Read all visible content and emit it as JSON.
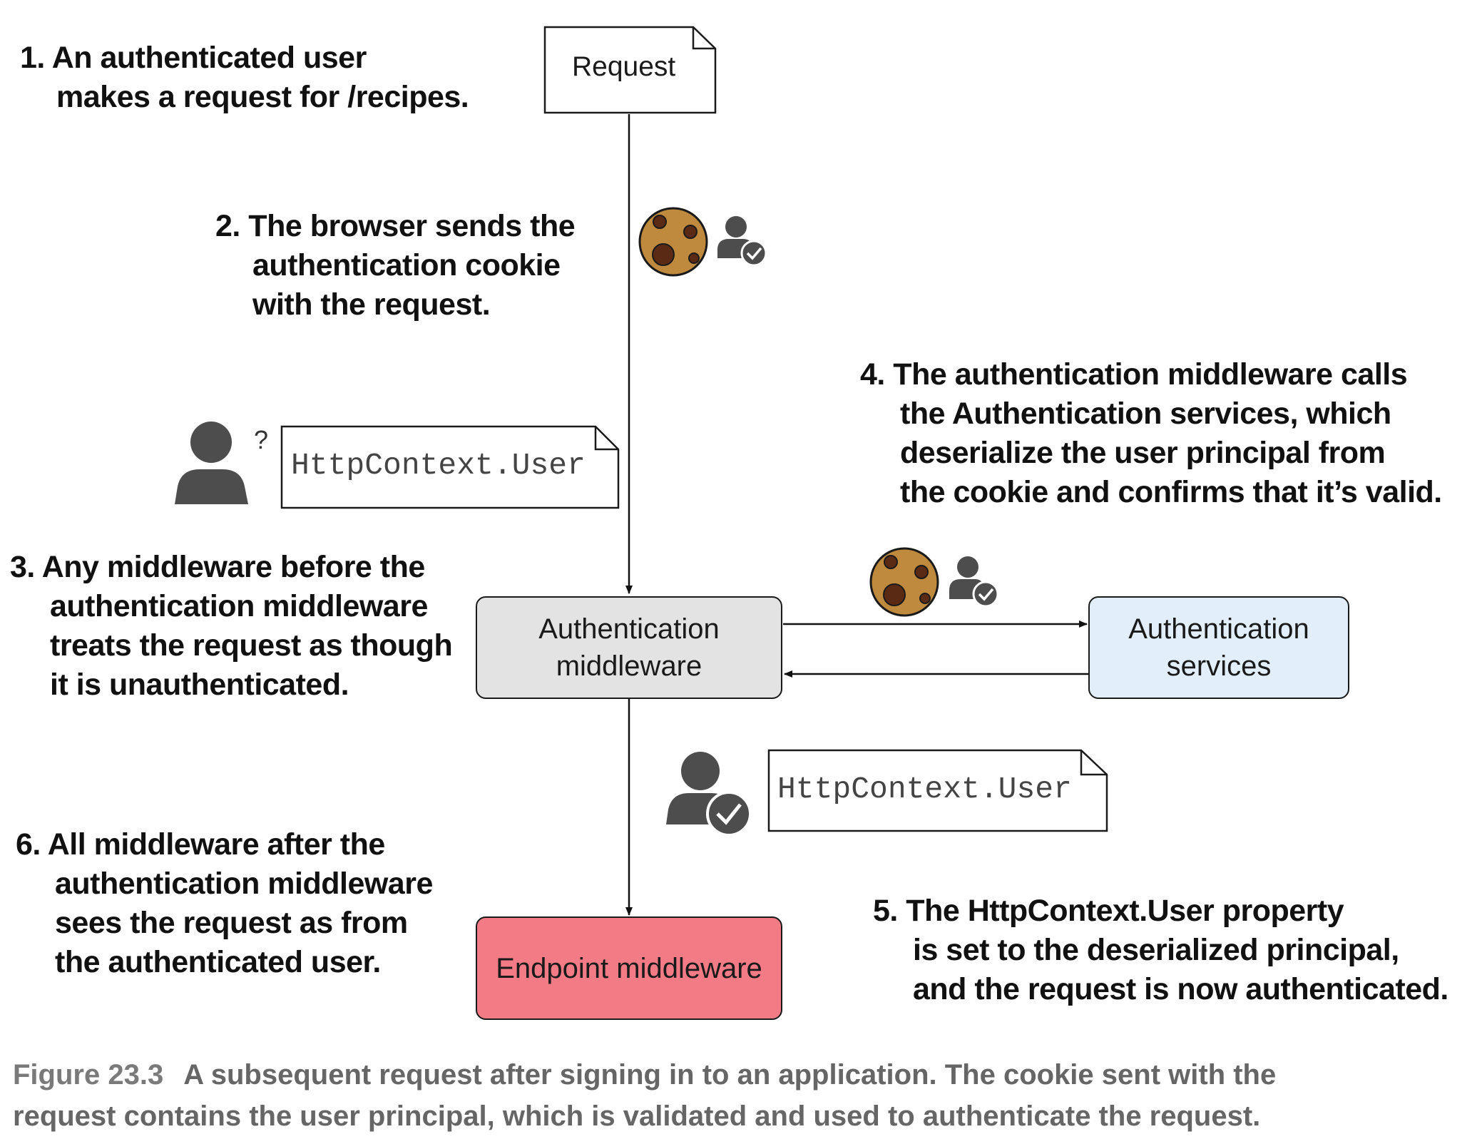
{
  "colors": {
    "auth_middleware_fill": "#e3e3e3",
    "auth_services_fill": "#e2effb",
    "endpoint_fill": "#f27b86",
    "cookie_fill": "#c08a3e",
    "cookie_chip": "#5a2a14",
    "person_fill": "#4d4d4d"
  },
  "icons": [
    "cookie-icon",
    "user-check-icon",
    "user-question-icon",
    "document-icon",
    "arrow-icon"
  ],
  "nodes": {
    "request": "Request",
    "auth_middleware": [
      "Authentication",
      "middleware"
    ],
    "auth_services": [
      "Authentication",
      "services"
    ],
    "endpoint": "Endpoint middleware",
    "httpcontext_unauth": "HttpContext.User",
    "httpcontext_auth": "HttpContext.User",
    "question_mark": "?"
  },
  "steps": {
    "step1": [
      "1. An authenticated user",
      "makes a request for /recipes."
    ],
    "step2": [
      "2. The browser sends the",
      "authentication cookie",
      "with the request."
    ],
    "step3": [
      "3. Any middleware before the",
      "authentication middleware",
      "treats the request as though",
      "it is unauthenticated."
    ],
    "step4": [
      "4. The authentication middleware calls",
      "the Authentication services, which",
      "deserialize the user principal from",
      "the cookie and confirms that it’s valid."
    ],
    "step5": [
      "5. The HttpContext.User property",
      "is set to the deserialized principal,",
      "and the request is now authenticated."
    ],
    "step6": [
      "6. All middleware after the",
      "authentication middleware",
      "sees the request as from",
      "the authenticated user."
    ]
  },
  "caption": {
    "label": "Figure 23.3",
    "lines": [
      "A subsequent request after signing in to an application. The cookie sent with the",
      "request contains the user principal, which is validated and used to authenticate the request."
    ]
  }
}
